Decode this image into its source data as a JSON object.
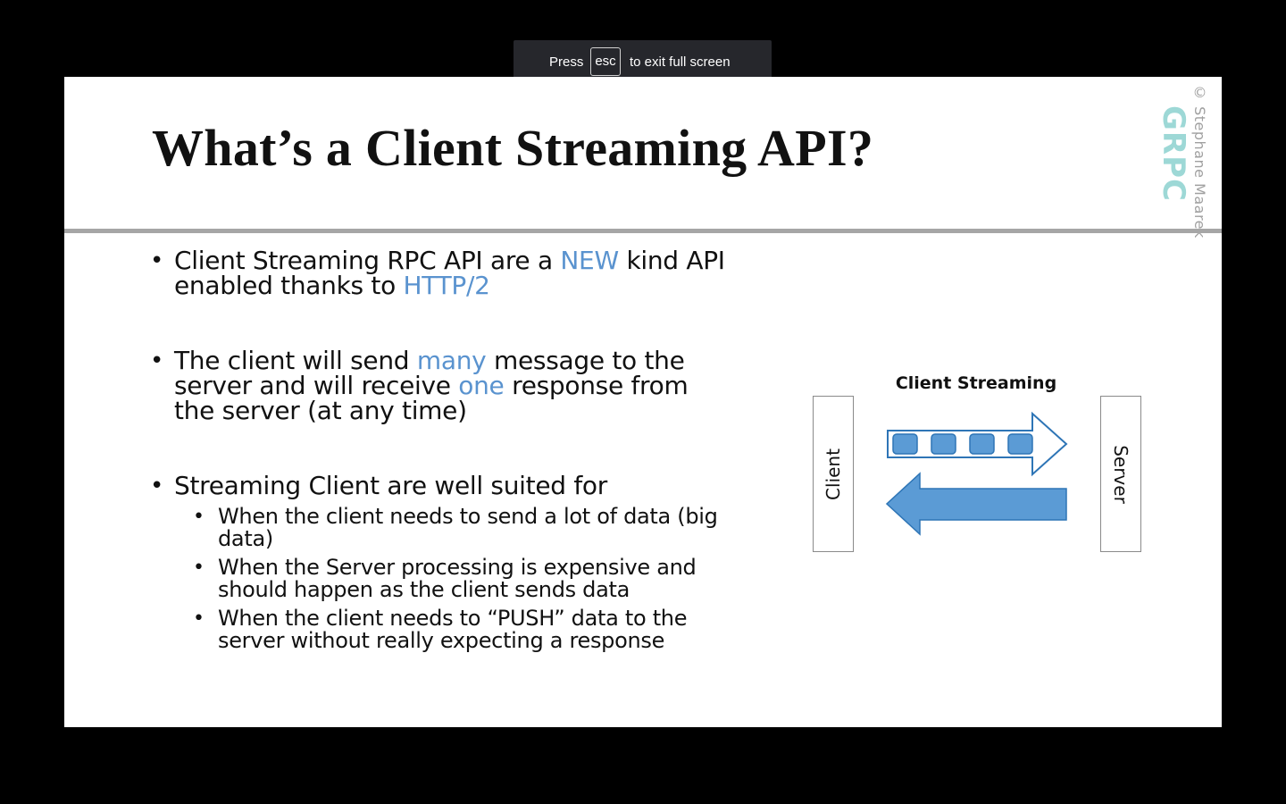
{
  "fullscreen_notice": {
    "press": "Press",
    "key": "esc",
    "message": "to exit full screen"
  },
  "slide": {
    "title": "What’s a Client Streaming API?",
    "watermark": "© Stephane Maarek",
    "logo_text": "GRPC",
    "bullets": [
      {
        "parts": [
          "Client Streaming RPC API are a ",
          "NEW",
          " kind API enabled thanks to ",
          "HTTP/2"
        ]
      },
      {
        "parts": [
          "The client will send ",
          "many",
          " message to the server and will receive ",
          "one",
          " response from the server (at any time)"
        ]
      },
      {
        "text": "Streaming Client are well suited for",
        "sub_bullets": [
          "When the client needs to send a lot of data (big data)",
          "When the Server processing is expensive and should happen as the client sends data",
          "When the client needs to “PUSH” data to the server without really expecting a response"
        ]
      }
    ],
    "diagram": {
      "title": "Client Streaming",
      "left_label": "Client",
      "right_label": "Server",
      "message_count": 4,
      "colors": {
        "arrow_fill": "#5b9bd5",
        "arrow_stroke": "#2e75b6",
        "outline_arrow_fill": "#ffffff"
      }
    },
    "colors": {
      "highlight": "#5a93cf",
      "rule": "#a6a6a6",
      "logo": "#9dd8d6"
    }
  }
}
